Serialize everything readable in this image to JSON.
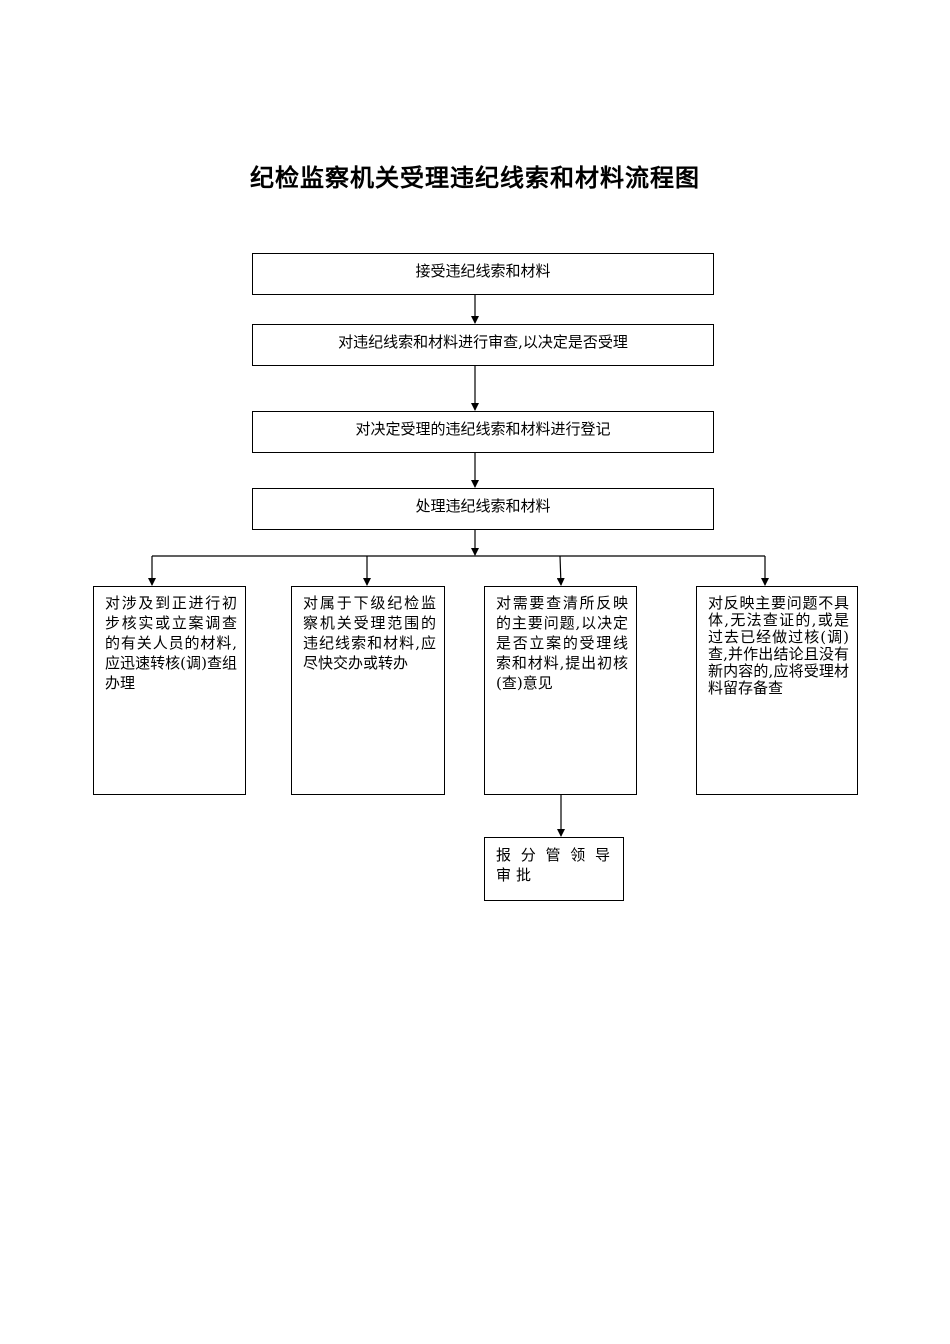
{
  "title": "纪检监察机关受理违纪线索和材料流程图",
  "steps": [
    "接受违纪线索和材料",
    "对违纪线索和材料进行审查,以决定是否受理",
    "对决定受理的违纪线索和材料进行登记",
    "处理违纪线索和材料"
  ],
  "branches": [
    "对涉及到正进行初步核实或立案调查的有关人员的材料,应迅速转核(调)查组办理",
    "对属于下级纪检监察机关受理范围的违纪线索和材料,应尽快交办或转办",
    "对需要查清所反映的主要问题,以决定是否立案的受理线索和材料,提出初核(查)意见",
    "对反映主要问题不具体,无法查证的,或是过去已经做过核(调)查,并作出结论且没有新内容的,应将受理材料留存备查"
  ],
  "approval": "报分管领导审批"
}
